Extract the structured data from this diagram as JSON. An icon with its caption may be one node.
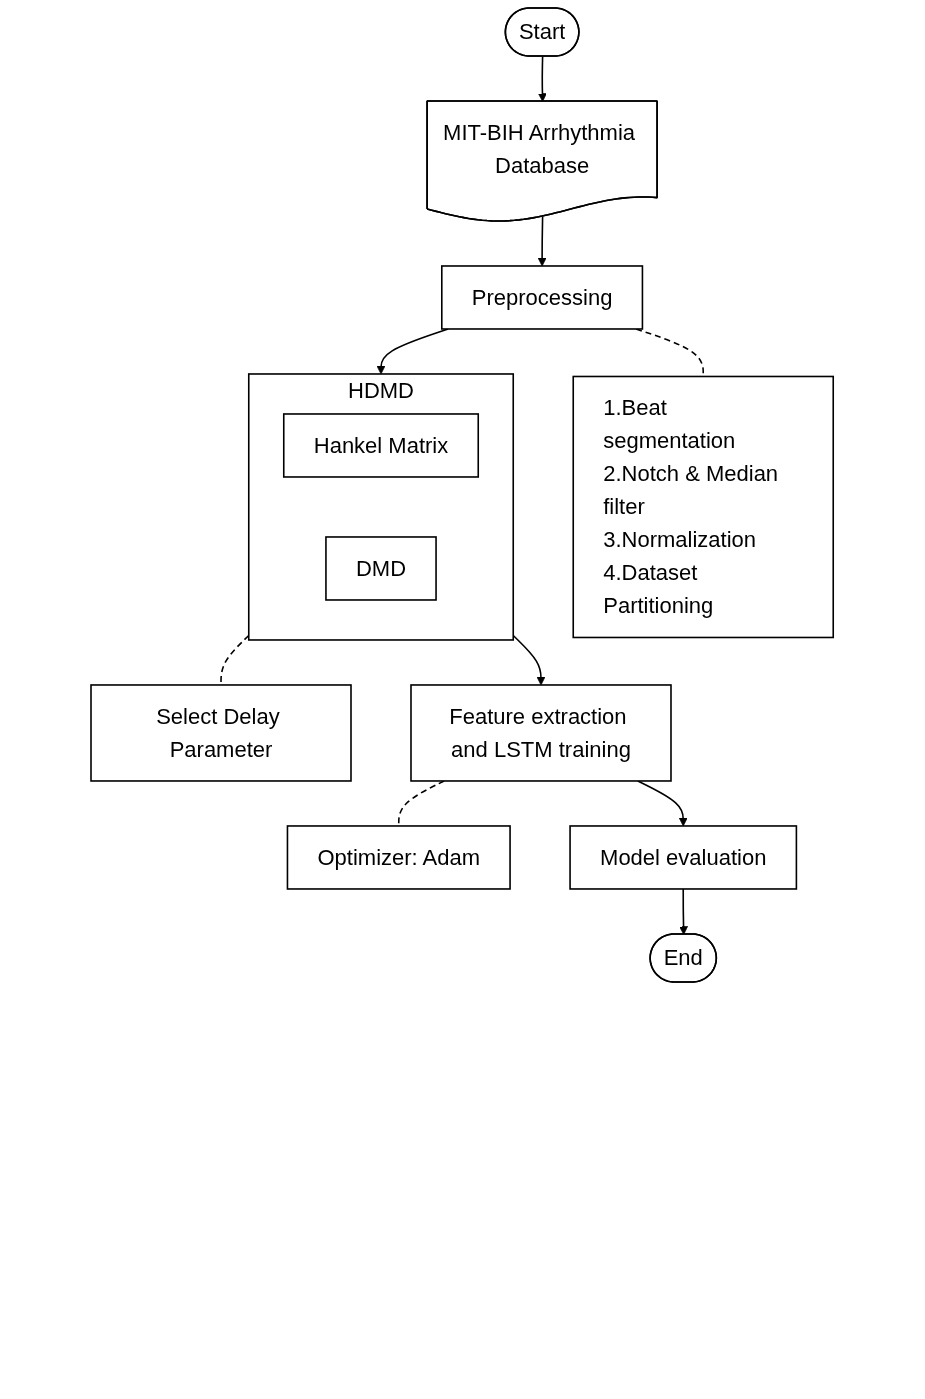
{
  "diagram": {
    "nodes": [
      {
        "text": [
          "Start"
        ]
      },
      {
        "text": [
          "MIT-BIH Arrhythmia Database"
        ]
      },
      {
        "text": [
          "Preprocessing"
        ]
      },
      {
        "text": [
          "1.Beat segmentation",
          "2.Notch & Median filter",
          "3.Normalization",
          "4.Dataset Partitioning"
        ]
      },
      {
        "text": [
          "HDMD"
        ]
      },
      {
        "text": [
          "Hankel Matrix"
        ],
        "in": 4
      },
      {
        "text": [
          "DMD"
        ],
        "in": 4
      },
      {
        "text": [
          "Select Delay Parameter"
        ]
      },
      {
        "text": [
          "Feature extraction and LSTM training"
        ]
      },
      {
        "text": [
          "Optimizer: Adam"
        ]
      },
      {
        "text": [
          "Model evaluation"
        ]
      },
      {
        "text": [
          "End"
        ]
      }
    ],
    "edges": [
      {
        "from": 0,
        "to": 1,
        "arrow": "to"
      },
      {
        "from": 1,
        "to": 2,
        "arrow": "to"
      },
      {
        "from": 2,
        "to": 3,
        "arrow": "none",
        "style": "dashed"
      },
      {
        "from": 2,
        "to": 4,
        "arrow": "to"
      },
      {
        "from": 4,
        "to": 7,
        "arrow": "none",
        "style": "dashed"
      },
      {
        "from": 4,
        "to": 8,
        "arrow": "to"
      },
      {
        "from": 8,
        "to": 9,
        "arrow": "none",
        "style": "dashed"
      },
      {
        "from": 8,
        "to": 10,
        "arrow": "to"
      },
      {
        "from": 10,
        "to": 11,
        "arrow": "to"
      }
    ]
  }
}
